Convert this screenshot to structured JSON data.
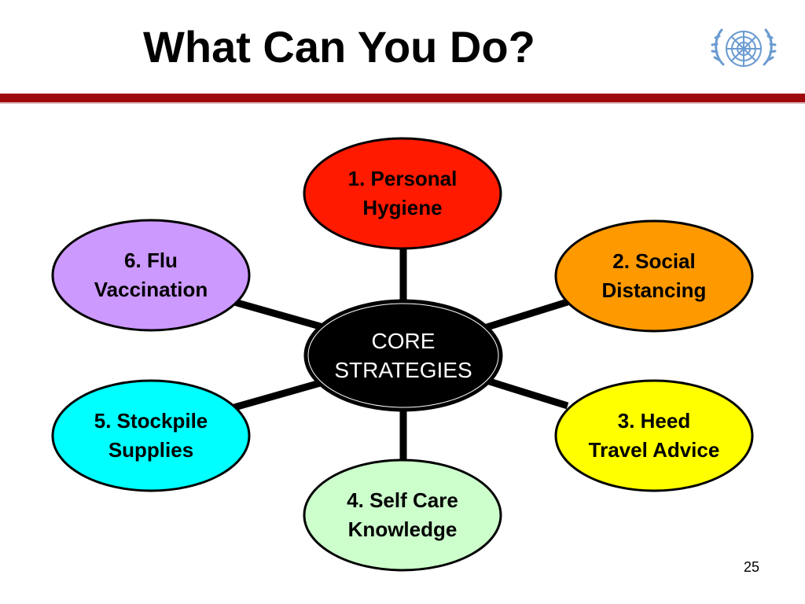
{
  "slide": {
    "title": "What Can You Do?",
    "page_number": "25",
    "logo": "un-emblem-icon"
  },
  "colors": {
    "rule": "#9e0b0f",
    "center": "#000000",
    "personal_hygiene": "#ff1a00",
    "social_distancing": "#ff9900",
    "travel_advice": "#ffff00",
    "self_care": "#ccffcc",
    "stockpile": "#00ffff",
    "vaccination": "#cc99ff"
  },
  "diagram": {
    "center": {
      "line1": "CORE",
      "line2": "STRATEGIES"
    },
    "nodes": [
      {
        "id": "personal-hygiene",
        "label": "1. Personal\nHygiene"
      },
      {
        "id": "social-distancing",
        "label": "2. Social\nDistancing"
      },
      {
        "id": "heed-travel-advice",
        "label": "3. Heed\nTravel Advice"
      },
      {
        "id": "self-care-knowledge",
        "label": "4. Self Care\nKnowledge"
      },
      {
        "id": "stockpile-supplies",
        "label": "5. Stockpile\nSupplies"
      },
      {
        "id": "flu-vaccination",
        "label": "6. Flu\nVaccination"
      }
    ]
  }
}
